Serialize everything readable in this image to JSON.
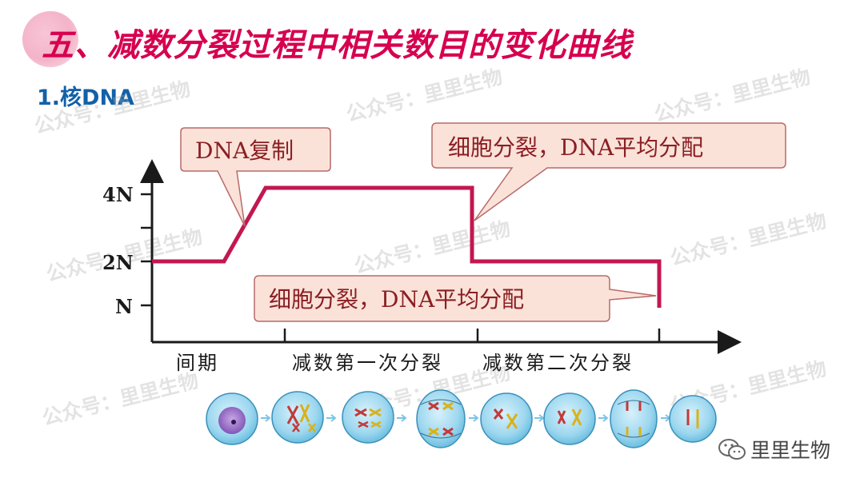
{
  "slide": {
    "title": "五、减数分裂过程中相关数目的变化曲线",
    "subtitle": "1.核DNA"
  },
  "callouts": {
    "replication": "DNA复制",
    "division_1": "细胞分裂，DNA平均分配",
    "division_2": "细胞分裂，DNA平均分配"
  },
  "axes": {
    "y_ticks": [
      "4N",
      "2N",
      "N"
    ],
    "x_stages": [
      "间期",
      "减数第一次分裂",
      "减数第二次分裂"
    ]
  },
  "chart_data": {
    "type": "line",
    "x": [
      "间期",
      "间期",
      "间期",
      "减数第一次分裂",
      "减数第一次分裂",
      "减数第二次分裂",
      "减数第二次分裂"
    ],
    "y_levels": {
      "4N": 4,
      "2N": 2,
      "N": 1
    },
    "values": [
      2,
      2,
      4,
      4,
      2,
      2,
      1
    ],
    "ylabel_ticks": [
      "4N",
      "2N",
      "N"
    ]
  },
  "watermark": "公众号：里里生物",
  "logo": {
    "text": "里里生物"
  },
  "colors": {
    "title": "#d6004f",
    "subtitle": "#1261a8",
    "curve": "#c3174f",
    "callout_fill": "#fbe2d8",
    "callout_stroke": "#b86a6a",
    "cell_fill": "#9dd7ef"
  }
}
